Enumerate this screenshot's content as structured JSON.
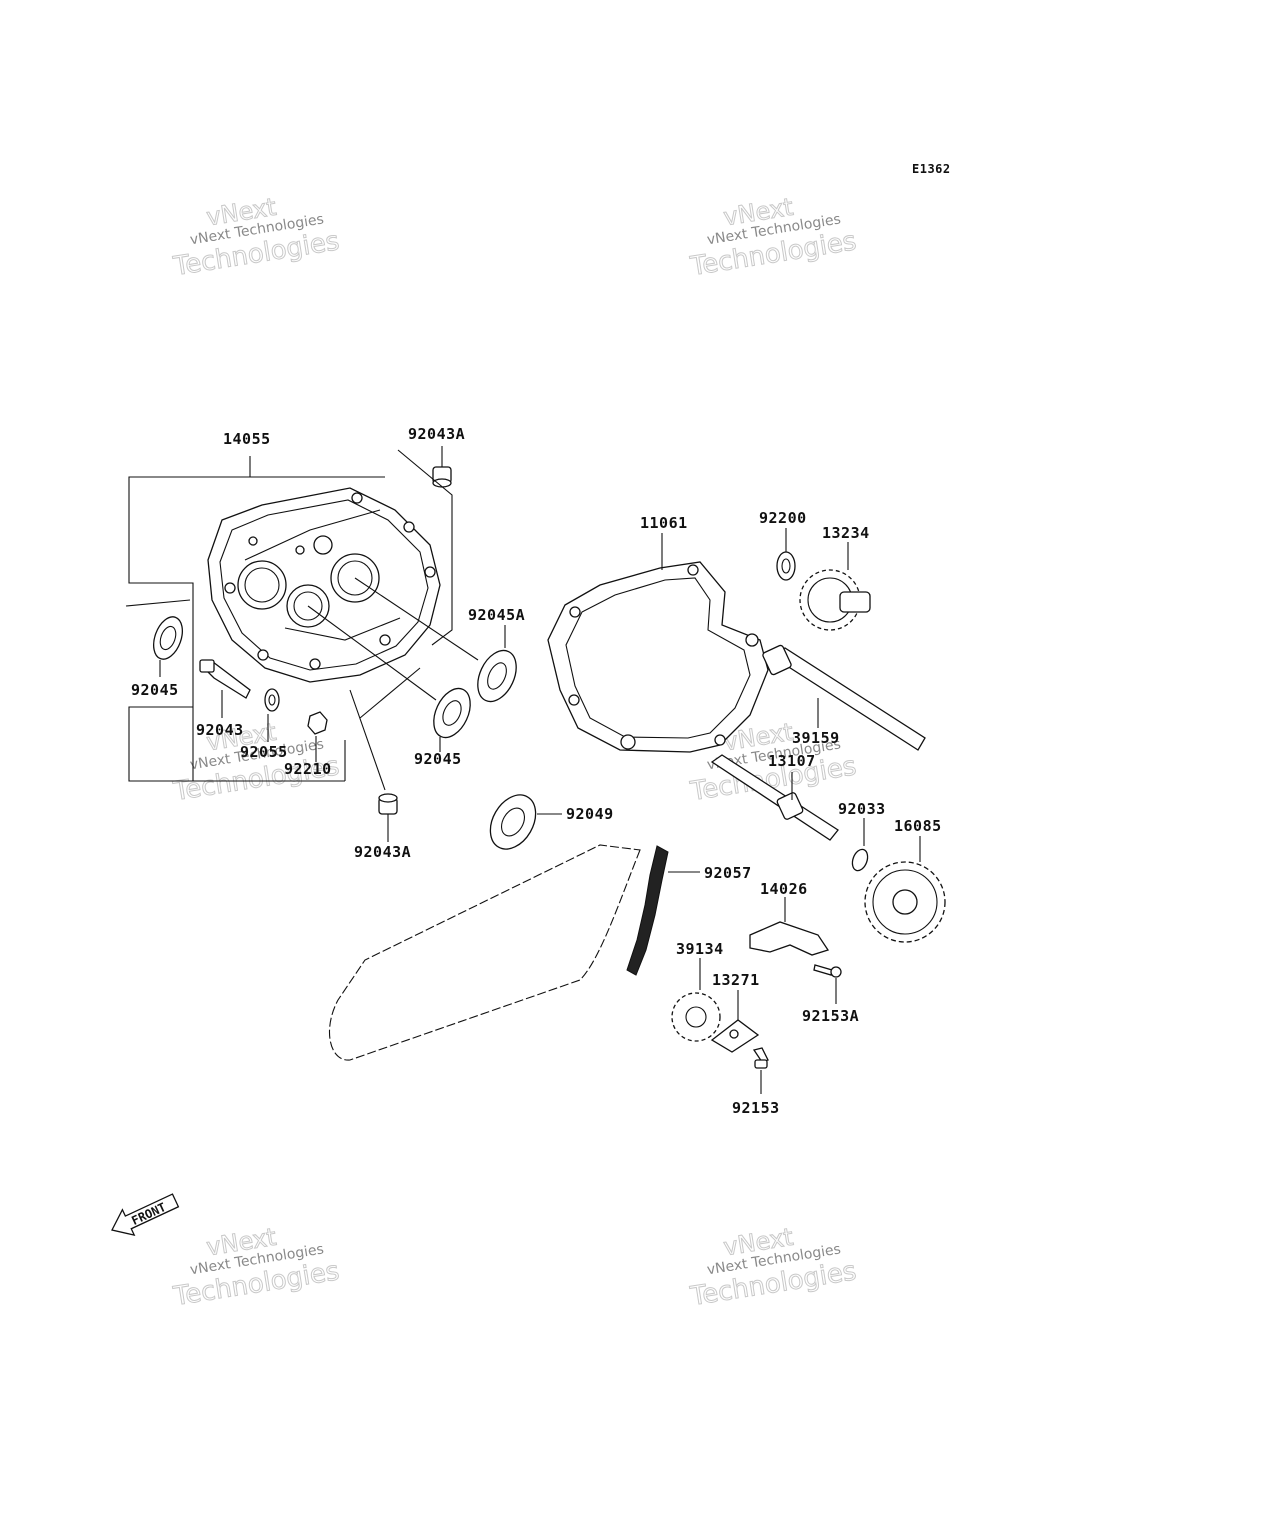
{
  "diagram_code": "E1362",
  "watermark": {
    "line1": "vNext",
    "line2": "vNext Technologies",
    "line3": "Technologies"
  },
  "front_arrow_label": "FRONT",
  "parts": [
    {
      "id": "p-14055",
      "number": "14055"
    },
    {
      "id": "p-92043A-top",
      "number": "92043A"
    },
    {
      "id": "p-11061",
      "number": "11061"
    },
    {
      "id": "p-92200",
      "number": "92200"
    },
    {
      "id": "p-13234",
      "number": "13234"
    },
    {
      "id": "p-92045A",
      "number": "92045A"
    },
    {
      "id": "p-92045-left",
      "number": "92045"
    },
    {
      "id": "p-92043",
      "number": "92043"
    },
    {
      "id": "p-92055",
      "number": "92055"
    },
    {
      "id": "p-92210",
      "number": "92210"
    },
    {
      "id": "p-92045-mid",
      "number": "92045"
    },
    {
      "id": "p-39159",
      "number": "39159"
    },
    {
      "id": "p-13107",
      "number": "13107"
    },
    {
      "id": "p-92043A-bottom",
      "number": "92043A"
    },
    {
      "id": "p-92049",
      "number": "92049"
    },
    {
      "id": "p-92033",
      "number": "92033"
    },
    {
      "id": "p-16085",
      "number": "16085"
    },
    {
      "id": "p-92057",
      "number": "92057"
    },
    {
      "id": "p-14026",
      "number": "14026"
    },
    {
      "id": "p-39134",
      "number": "39134"
    },
    {
      "id": "p-13271",
      "number": "13271"
    },
    {
      "id": "p-92153A",
      "number": "92153A"
    },
    {
      "id": "p-92153",
      "number": "92153"
    }
  ]
}
